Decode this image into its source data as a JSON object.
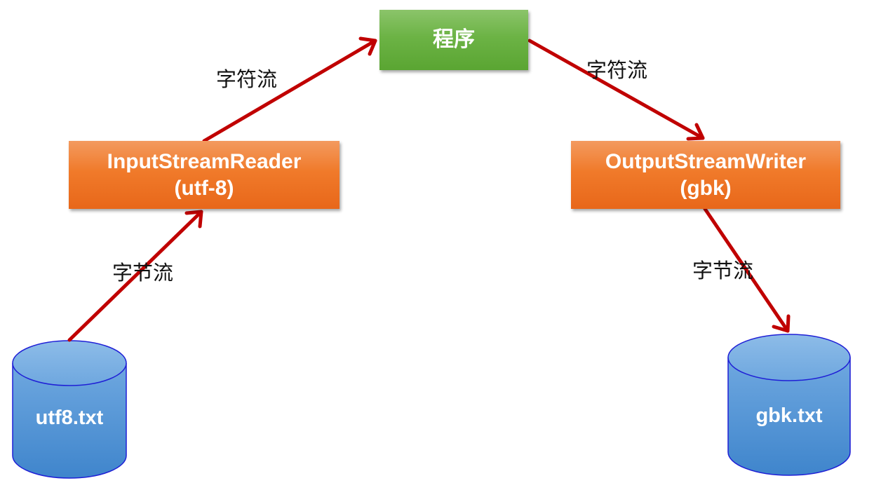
{
  "nodes": {
    "program": {
      "label": "程序"
    },
    "reader": {
      "line1": "InputStreamReader",
      "line2": "(utf-8)"
    },
    "writer": {
      "line1": "OutputStreamWriter",
      "line2": "(gbk)"
    },
    "source_file": {
      "label": "utf8.txt"
    },
    "target_file": {
      "label": "gbk.txt"
    }
  },
  "edges": {
    "file_to_reader": {
      "label": "字节流"
    },
    "reader_to_program": {
      "label": "字符流"
    },
    "program_to_writer": {
      "label": "字符流"
    },
    "writer_to_file": {
      "label": "字节流"
    }
  },
  "colors": {
    "arrow": "#c00000",
    "box_orange": "#f07a2a",
    "box_green": "#6cb345",
    "cylinder": "#5b9bd5",
    "cylinder_outline": "#1f1fd6"
  }
}
